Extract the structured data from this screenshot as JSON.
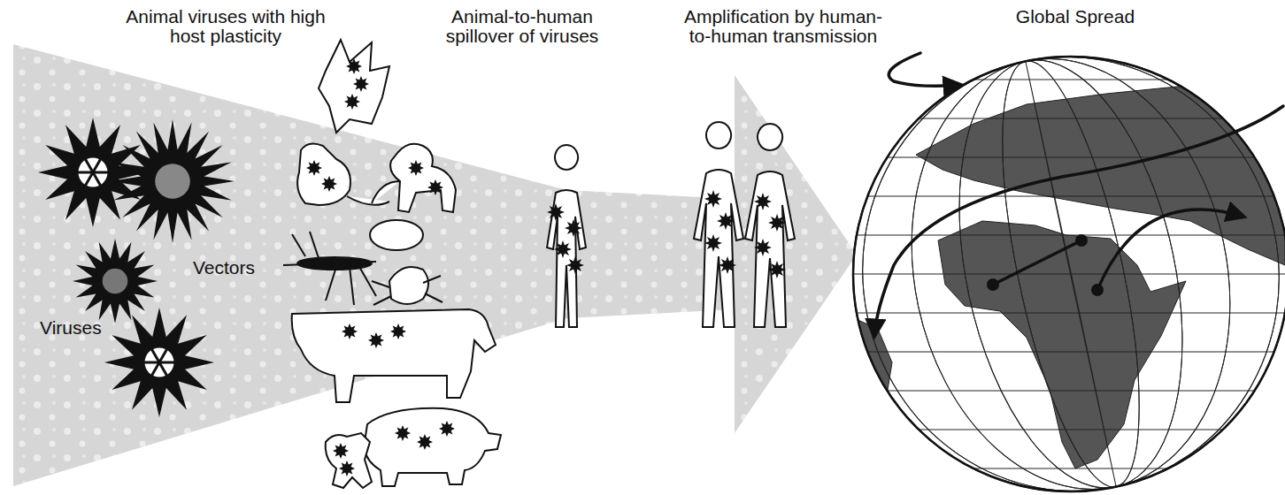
{
  "diagram": {
    "labels": [
      "Animal viruses with high host plasticity",
      "Animal-to-human spillover of viruses",
      "Amplification by human-to-human transmission",
      "Global Spread",
      "Vectors",
      "Viruses"
    ]
  }
}
